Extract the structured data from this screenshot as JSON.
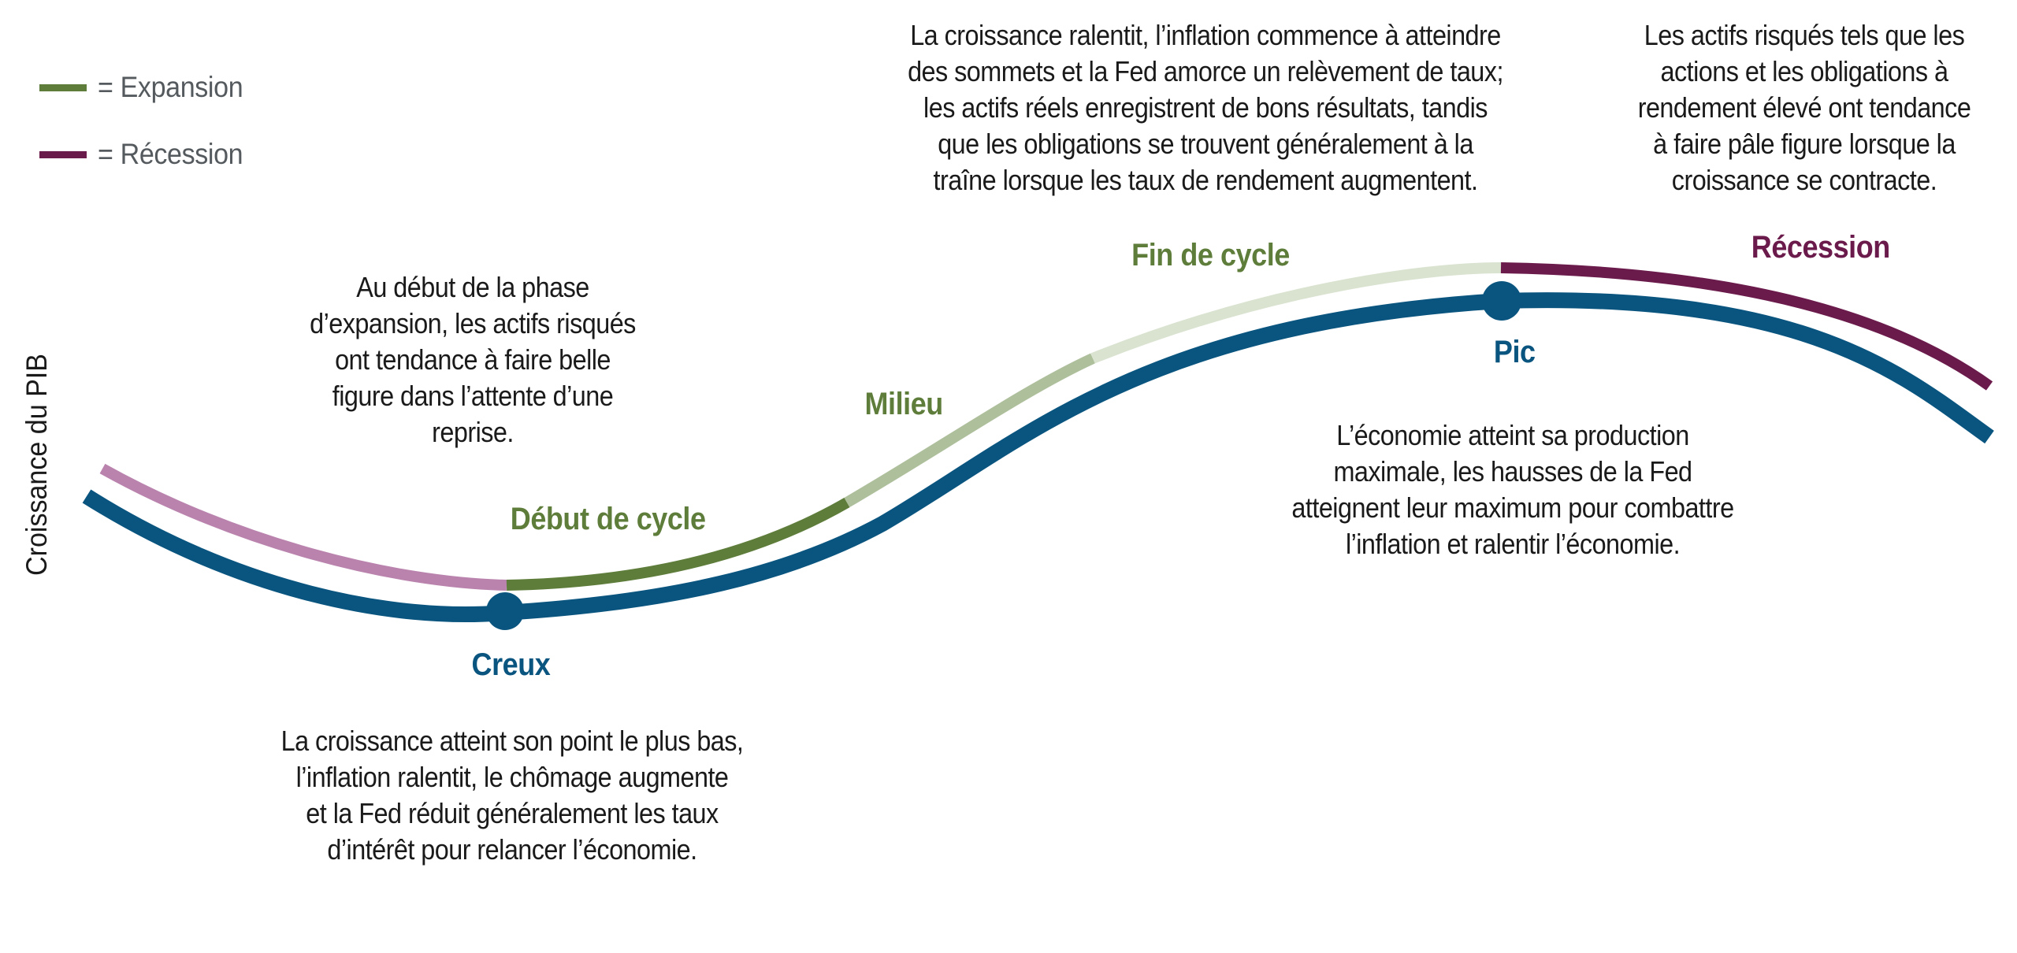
{
  "legend": {
    "expansion": {
      "label": "= Expansion",
      "color": "#5e7d3b"
    },
    "recession": {
      "label": "= Récession",
      "color": "#6b1b4b"
    }
  },
  "axis": {
    "y_title": "Croissance du PIB"
  },
  "colors": {
    "main_curve": "#0a557f",
    "recession_light": "#b983ad",
    "early_cycle": "#5e7d3b",
    "mid_cycle": "#aebf9c",
    "late_cycle": "#d9e3d0",
    "recession_dark": "#6b1b4b",
    "stage_green": "#5e7d3b",
    "stage_blue": "#0a557f",
    "stage_purple": "#6b1b4b"
  },
  "stages": {
    "debut": "Début de cycle",
    "milieu": "Milieu",
    "fin": "Fin de cycle",
    "recession": "Récession",
    "creux": "Creux",
    "pic": "Pic"
  },
  "descriptions": {
    "debut": "Au début de la phase\nd’expansion, les actifs risqués\nont tendance à faire belle\nfigure dans l’attente d’une\nreprise.",
    "fin": "La croissance ralentit, l’inflation commence à atteindre\ndes sommets et la Fed amorce un relèvement de taux;\nles actifs réels enregistrent de bons résultats, tandis\nque les obligations se trouvent généralement à la\ntraîne lorsque les taux de rendement augmentent.",
    "recession": "Les actifs risqués tels que les\nactions et les obligations à\nrendement élevé ont tendance\nà faire pâle figure lorsque la\ncroissance se contracte.",
    "creux": "La croissance atteint son point le plus bas,\nl’inflation ralentit, le chômage augmente\net la Fed réduit généralement les taux\nd’intérêt pour relancer l’économie.",
    "pic": "L’économie atteint sa production\nmaximale, les hausses de la Fed\natteignent leur maximum pour combattre\nl’inflation et ralentir l’économie."
  }
}
